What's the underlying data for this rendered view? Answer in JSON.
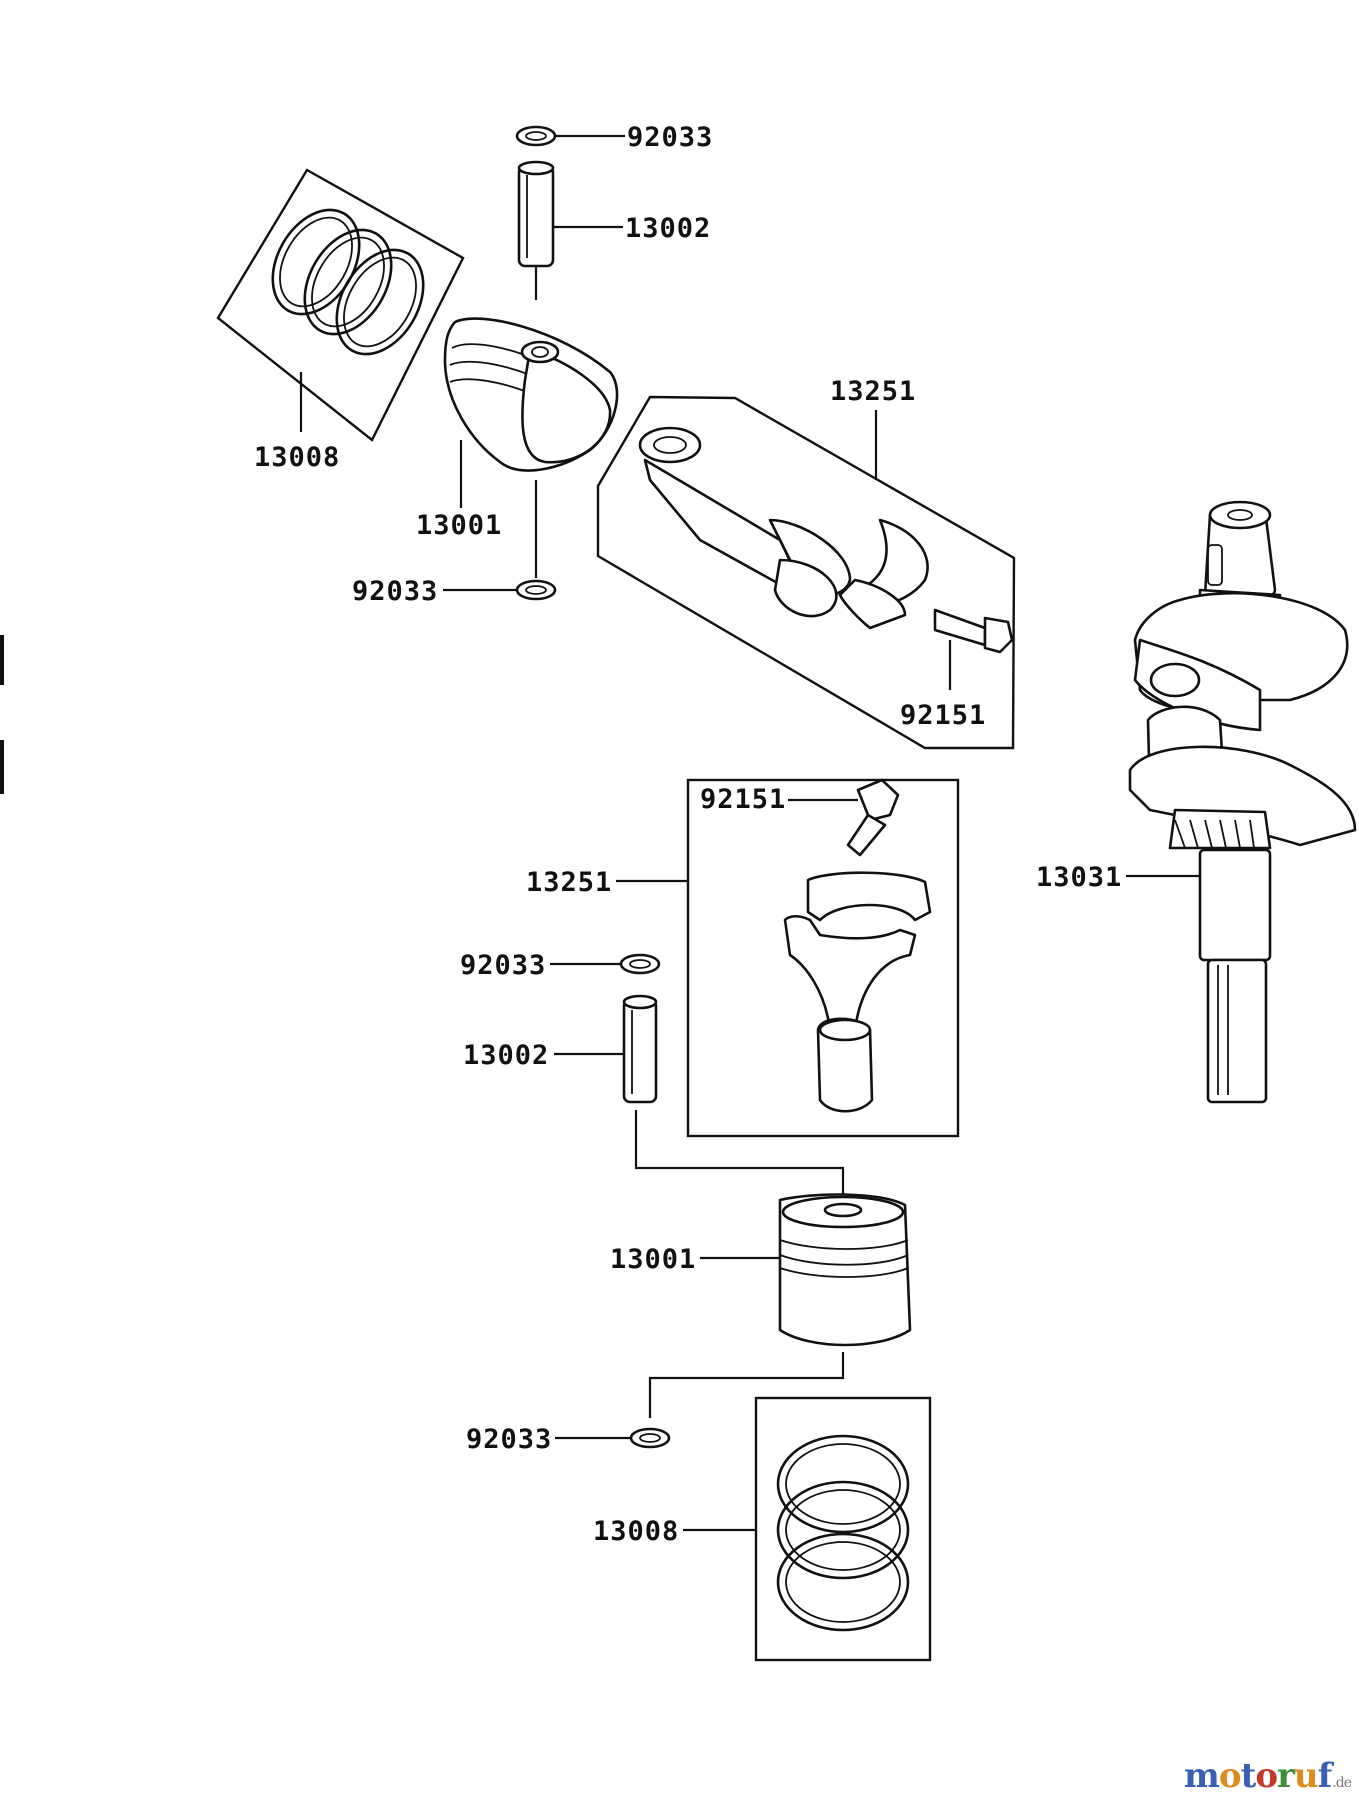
{
  "labels": {
    "circlip_top": "92033",
    "pin_top": "13002",
    "rings_top": "13008",
    "piston_top": "13001",
    "circlip_mid": "92033",
    "rod_top": "13251",
    "bolt_top": "92151",
    "crankshaft": "13031",
    "bolt_bottom": "92151",
    "rod_bottom": "13251",
    "circlip_lower_a": "92033",
    "pin_bottom": "13002",
    "piston_bottom": "13001",
    "circlip_lower_b": "92033",
    "rings_bottom": "13008"
  },
  "watermark": {
    "letters": [
      "m",
      "o",
      "t",
      "o",
      "r",
      "u",
      "f"
    ],
    "colors": [
      "#3b5fb5",
      "#e08a1e",
      "#3b5fb5",
      "#c0392b",
      "#3b8f3b",
      "#e08a1e",
      "#3b5fb5"
    ],
    "tld": ".de"
  }
}
